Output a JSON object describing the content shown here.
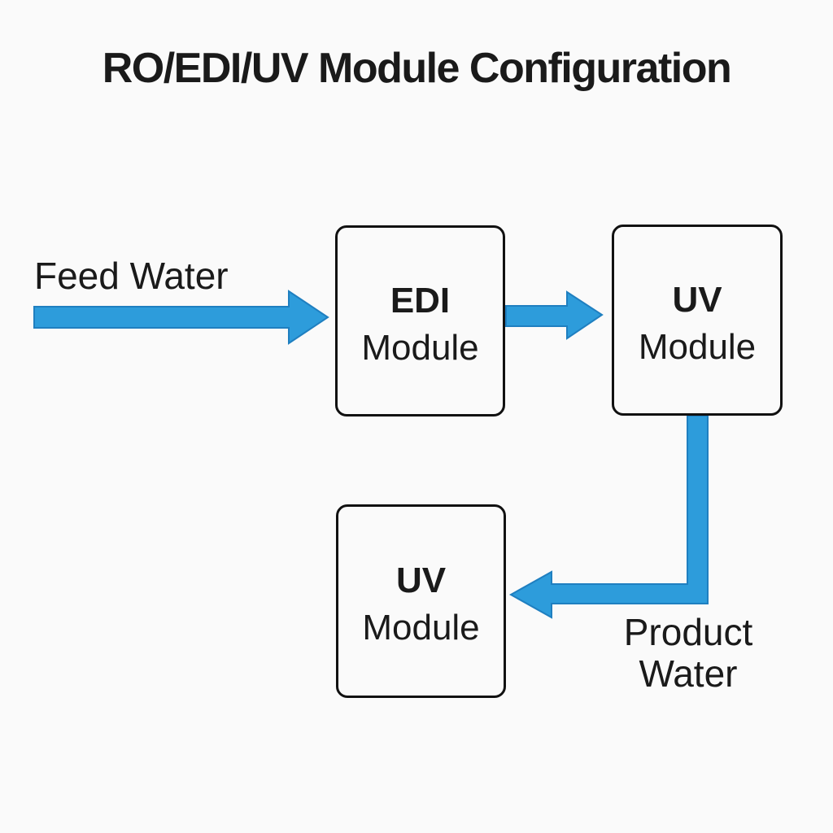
{
  "title": "RO/EDI/UV Module Configuration",
  "labels": {
    "feed_water": "Feed Water",
    "product_water": "Product Water"
  },
  "nodes": {
    "edi": {
      "name": "EDI",
      "type_label": "Module"
    },
    "uv_top": {
      "name": "UV",
      "type_label": "Module"
    },
    "uv_bottom": {
      "name": "UV",
      "type_label": "Module"
    }
  },
  "arrows": [
    {
      "name": "feed-water-to-edi-module",
      "direction": "right"
    },
    {
      "name": "edi-module-to-uv-module",
      "direction": "right"
    },
    {
      "name": "uv-module-to-uv-module",
      "direction": "down-then-left"
    }
  ],
  "colors": {
    "arrow_fill": "#2D9CDB",
    "arrow_stroke": "#1F7FC0",
    "box_border": "#111111",
    "text": "#1A1A1A",
    "background": "#FAFAFA"
  }
}
